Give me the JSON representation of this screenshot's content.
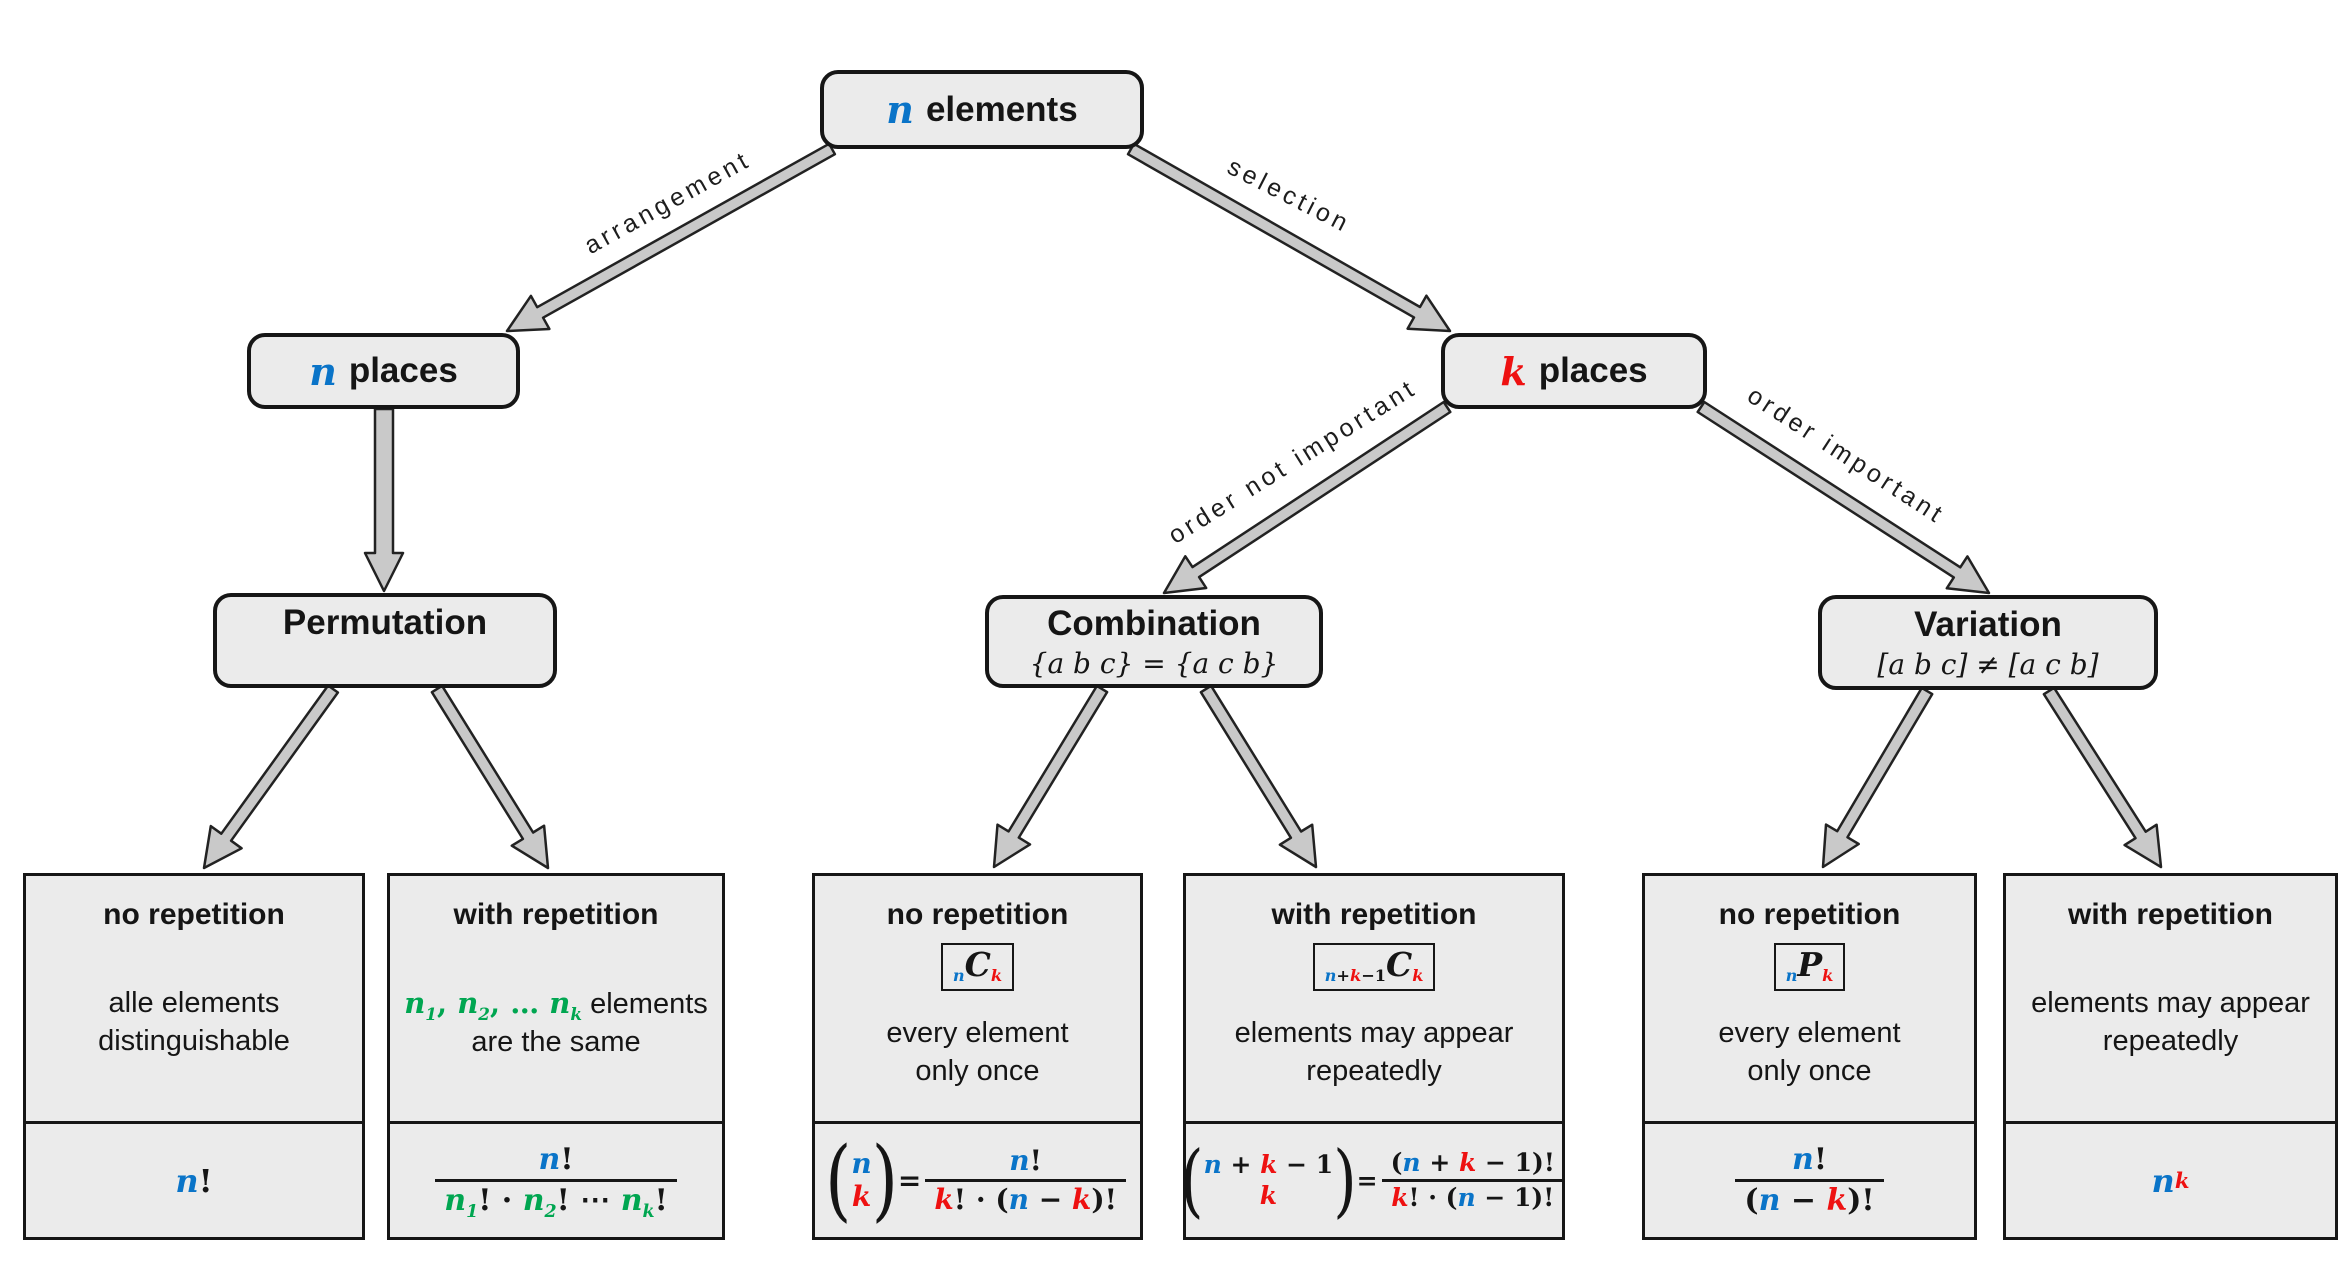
{
  "colors": {
    "blue": "#0a74c8",
    "red": "#ee1111",
    "green": "#00a651",
    "box_fill": "#ebebeb",
    "border": "#161616",
    "arrow_fill": "#c9c9c9"
  },
  "root": {
    "var": "n",
    "text": "elements"
  },
  "places_left": {
    "var": "n",
    "text": "places"
  },
  "places_right": {
    "var": "k",
    "text": "places"
  },
  "edge_labels": {
    "arrangement": "arrangement",
    "selection": "selection",
    "order_not_important": "order not important",
    "order_important": "order important"
  },
  "categories": {
    "permutation": {
      "title": "Permutation",
      "subtitle": ""
    },
    "combination": {
      "title": "Combination",
      "subtitle": "{a b c} = {a c b}"
    },
    "variation": {
      "title": "Variation",
      "subtitle": "[a b c] ≠ [a c b]"
    }
  },
  "cards": [
    {
      "heading": "no repetition",
      "badge": null,
      "desc": [
        "alle elements",
        "distinguishable"
      ],
      "formula": [
        {
          "t": "n",
          "c": "blue"
        },
        {
          "t": "!"
        }
      ]
    },
    {
      "heading": "with repetition",
      "badge": null,
      "desc": [
        [
          {
            "t": "n",
            "c": "green",
            "sub": "1"
          },
          {
            "t": ", ",
            "c": "green"
          },
          {
            "t": "n",
            "c": "green",
            "sub": "2"
          },
          {
            "t": ", … ",
            "c": "green"
          },
          {
            "t": "n",
            "c": "green",
            "sub": "k"
          },
          {
            "t": " elements",
            "sans": true
          }
        ],
        "are the same"
      ],
      "formula": [
        {
          "frac": {
            "num": [
              {
                "t": "n",
                "c": "blue"
              },
              {
                "t": "!"
              }
            ],
            "den": [
              {
                "t": "n",
                "c": "green",
                "sub": "1"
              },
              {
                "t": "! · "
              },
              {
                "t": "n",
                "c": "green",
                "sub": "2"
              },
              {
                "t": "! ⋯ "
              },
              {
                "t": "n",
                "c": "green",
                "sub": "k"
              },
              {
                "t": "!"
              }
            ]
          }
        }
      ]
    },
    {
      "heading": "no repetition",
      "badge": [
        {
          "t": "n",
          "c": "blue",
          "v": "sub"
        },
        {
          "t": "C",
          "v": "main"
        },
        {
          "t": "k",
          "c": "red",
          "v": "sub"
        }
      ],
      "desc": [
        "every element",
        "only once"
      ],
      "formula": [
        {
          "binom": {
            "top": [
              {
                "t": "n",
                "c": "blue"
              }
            ],
            "bot": [
              {
                "t": "k",
                "c": "red"
              }
            ]
          }
        },
        {
          "t": " = "
        },
        {
          "frac": {
            "num": [
              {
                "t": "n",
                "c": "blue"
              },
              {
                "t": "!"
              }
            ],
            "den": [
              {
                "t": "k",
                "c": "red"
              },
              {
                "t": "! · ("
              },
              {
                "t": "n",
                "c": "blue"
              },
              {
                "t": " − "
              },
              {
                "t": "k",
                "c": "red"
              },
              {
                "t": ")!"
              }
            ]
          }
        }
      ]
    },
    {
      "heading": "with repetition",
      "badge": [
        {
          "t": "n",
          "c": "blue",
          "v": "sub"
        },
        {
          "t": "+",
          "v": "sub"
        },
        {
          "t": "k",
          "c": "red",
          "v": "sub"
        },
        {
          "t": "−1",
          "v": "sub"
        },
        {
          "t": "C",
          "v": "main"
        },
        {
          "t": "k",
          "c": "red",
          "v": "sub"
        }
      ],
      "desc": [
        "elements may appear",
        "repeatedly"
      ],
      "formula": [
        {
          "binom": {
            "top": [
              {
                "t": "n",
                "c": "blue"
              },
              {
                "t": " + "
              },
              {
                "t": "k",
                "c": "red"
              },
              {
                "t": " − 1"
              }
            ],
            "bot": [
              {
                "t": "k",
                "c": "red"
              }
            ]
          }
        },
        {
          "t": " = "
        },
        {
          "frac": {
            "num": [
              {
                "t": "("
              },
              {
                "t": "n",
                "c": "blue"
              },
              {
                "t": " + "
              },
              {
                "t": "k",
                "c": "red"
              },
              {
                "t": " − 1)!"
              }
            ],
            "den": [
              {
                "t": "k",
                "c": "red"
              },
              {
                "t": "! · ("
              },
              {
                "t": "n",
                "c": "blue"
              },
              {
                "t": " − 1)!"
              }
            ]
          }
        }
      ]
    },
    {
      "heading": "no repetition",
      "badge": [
        {
          "t": "n",
          "c": "blue",
          "v": "sub"
        },
        {
          "t": "P",
          "v": "main"
        },
        {
          "t": "k",
          "c": "red",
          "v": "sub"
        }
      ],
      "desc": [
        "every element",
        "only once"
      ],
      "formula": [
        {
          "frac": {
            "num": [
              {
                "t": "n",
                "c": "blue"
              },
              {
                "t": "!"
              }
            ],
            "den": [
              {
                "t": "("
              },
              {
                "t": "n",
                "c": "blue"
              },
              {
                "t": " − "
              },
              {
                "t": "k",
                "c": "red"
              },
              {
                "t": ")!"
              }
            ]
          }
        }
      ]
    },
    {
      "heading": "with repetition",
      "badge": null,
      "desc": [
        "elements may appear",
        "repeatedly"
      ],
      "formula": [
        {
          "t": "n",
          "c": "blue"
        },
        {
          "t": "k",
          "c": "red",
          "v": "sup"
        }
      ]
    }
  ]
}
